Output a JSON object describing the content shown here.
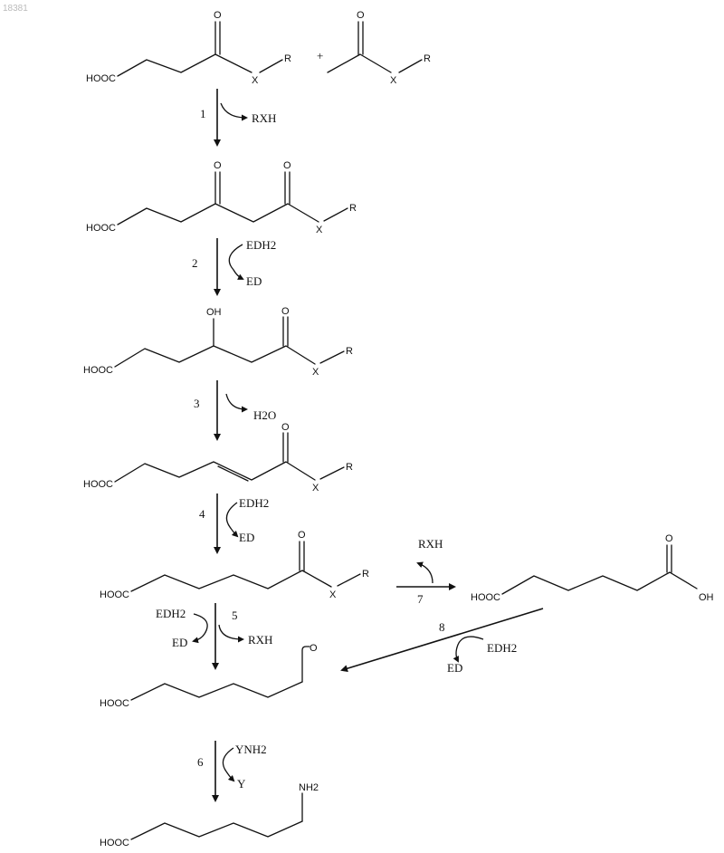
{
  "watermark": "18381",
  "atoms": {
    "hooc": "HOOC",
    "o": "O",
    "x": "X",
    "r": "R",
    "oh": "OH",
    "nh2": "NH2",
    "acid_oh": "OH"
  },
  "plus_sign": "+",
  "steps": {
    "s1": {
      "num": "1",
      "out": "RXH"
    },
    "s2": {
      "num": "2",
      "in": "EDH2",
      "out": "ED"
    },
    "s3": {
      "num": "3",
      "out": "H2O"
    },
    "s4": {
      "num": "4",
      "in": "EDH2",
      "out": "ED"
    },
    "s5": {
      "num": "5",
      "in": "EDH2",
      "out_left": "ED",
      "out_right": "RXH"
    },
    "s6": {
      "num": "6",
      "in": "YNH2",
      "out": "Y"
    },
    "s7": {
      "num": "7",
      "out": "RXH"
    },
    "s8": {
      "num": "8",
      "in": "EDH2",
      "out": "ED"
    }
  }
}
